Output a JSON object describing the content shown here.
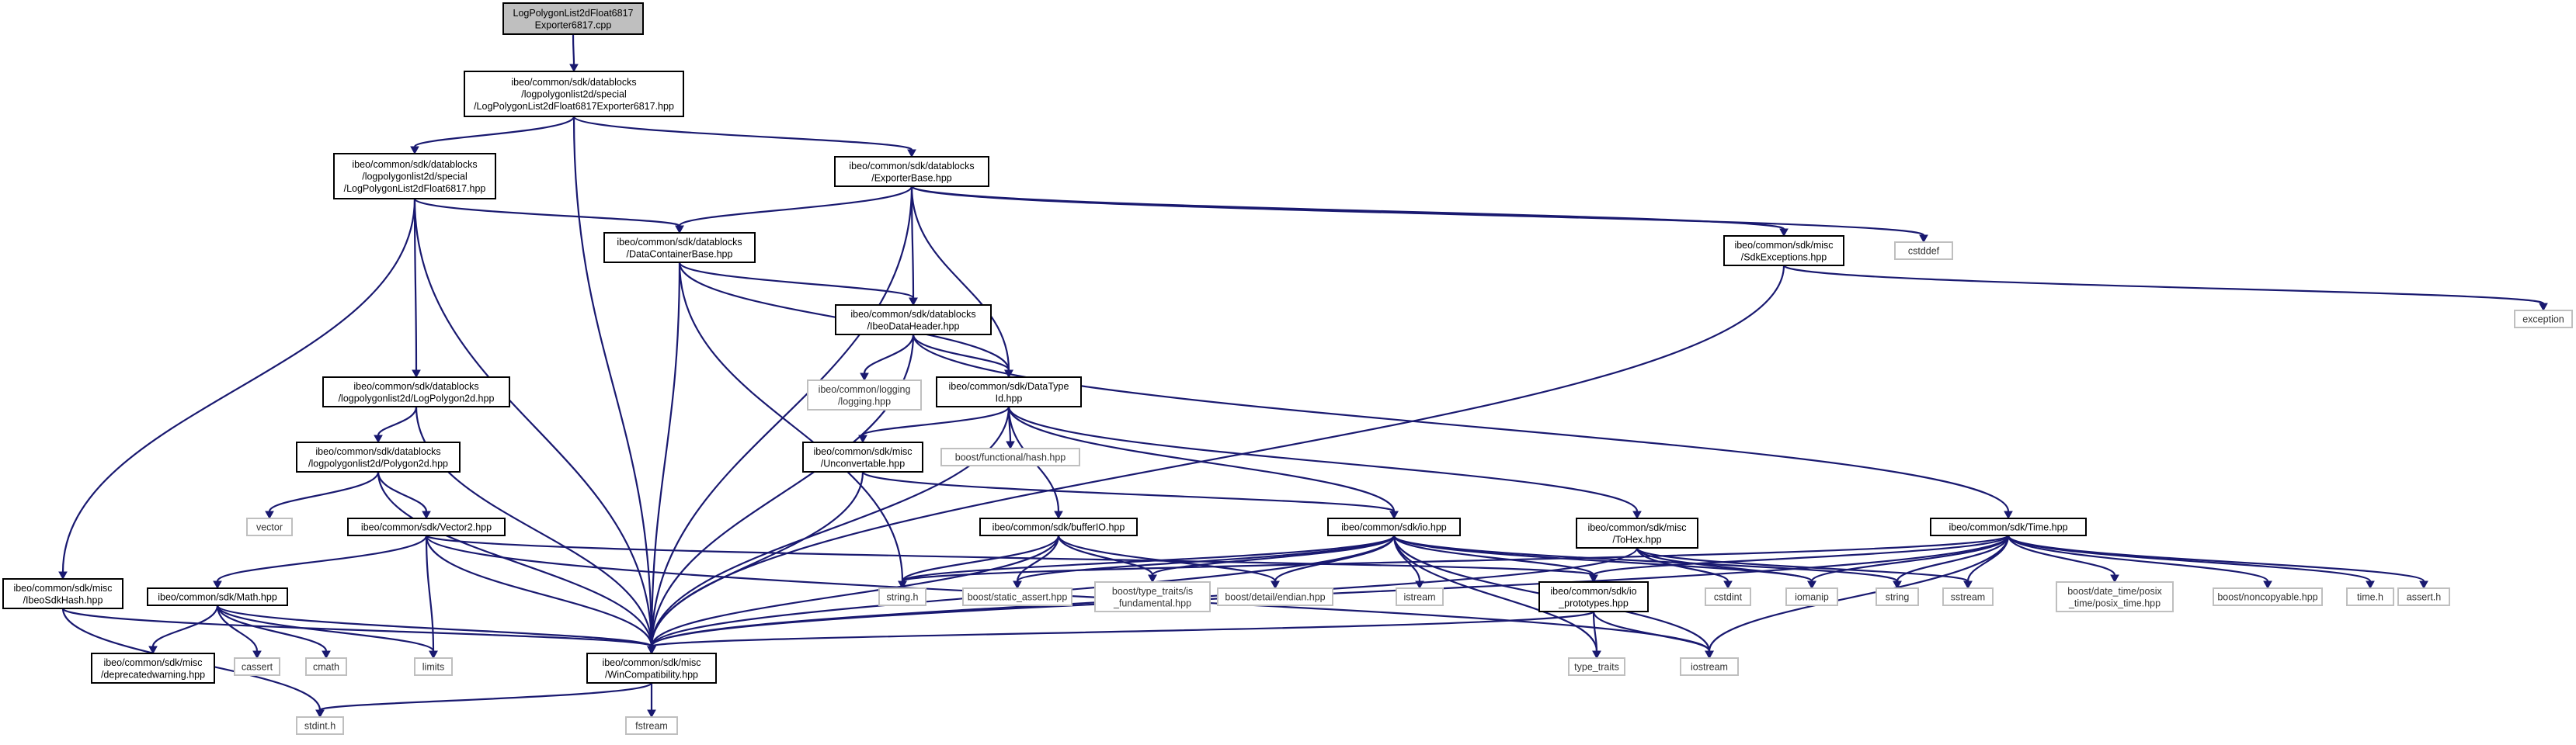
{
  "colors": {
    "edge": "#191970",
    "root_fill": "#bfbfbf",
    "internal_border": "#000000",
    "external_border": "#bfbfbf"
  },
  "nodes": [
    {
      "id": "root",
      "kind": "root",
      "lines": [
        "LogPolygonList2dFloat6817",
        "Exporter6817.cpp"
      ]
    },
    {
      "id": "exp6817h",
      "kind": "internal",
      "lines": [
        "ibeo/common/sdk/datablocks",
        "/logpolygonlist2d/special",
        "/LogPolygonList2dFloat6817Exporter6817.hpp"
      ]
    },
    {
      "id": "lpl6817",
      "kind": "internal",
      "lines": [
        "ibeo/common/sdk/datablocks",
        "/logpolygonlist2d/special",
        "/LogPolygonList2dFloat6817.hpp"
      ]
    },
    {
      "id": "expbase",
      "kind": "internal",
      "lines": [
        "ibeo/common/sdk/datablocks",
        "/ExporterBase.hpp"
      ]
    },
    {
      "id": "dcbase",
      "kind": "internal",
      "lines": [
        "ibeo/common/sdk/datablocks",
        "/DataContainerBase.hpp"
      ]
    },
    {
      "id": "sdkexc",
      "kind": "internal",
      "lines": [
        "ibeo/common/sdk/misc",
        "/SdkExceptions.hpp"
      ]
    },
    {
      "id": "cstddef",
      "kind": "external",
      "lines": [
        "cstddef"
      ]
    },
    {
      "id": "exception",
      "kind": "external",
      "lines": [
        "exception"
      ]
    },
    {
      "id": "ibeohdr",
      "kind": "internal",
      "lines": [
        "ibeo/common/sdk/datablocks",
        "/IbeoDataHeader.hpp"
      ]
    },
    {
      "id": "logging",
      "kind": "external",
      "lines": [
        "ibeo/common/logging",
        "/logging.hpp"
      ]
    },
    {
      "id": "dtid",
      "kind": "internal",
      "lines": [
        "ibeo/common/sdk/DataType",
        "Id.hpp"
      ]
    },
    {
      "id": "lp2d",
      "kind": "internal",
      "lines": [
        "ibeo/common/sdk/datablocks",
        "/logpolygonlist2d/LogPolygon2d.hpp"
      ]
    },
    {
      "id": "poly2d",
      "kind": "internal",
      "lines": [
        "ibeo/common/sdk/datablocks",
        "/logpolygonlist2d/Polygon2d.hpp"
      ]
    },
    {
      "id": "unconv",
      "kind": "internal",
      "lines": [
        "ibeo/common/sdk/misc",
        "/Unconvertable.hpp"
      ]
    },
    {
      "id": "funchash",
      "kind": "external",
      "lines": [
        "boost/functional/hash.hpp"
      ]
    },
    {
      "id": "vector",
      "kind": "external",
      "lines": [
        "vector"
      ]
    },
    {
      "id": "vec2",
      "kind": "internal",
      "lines": [
        "ibeo/common/sdk/Vector2.hpp"
      ]
    },
    {
      "id": "bufio",
      "kind": "internal",
      "lines": [
        "ibeo/common/sdk/bufferIO.hpp"
      ]
    },
    {
      "id": "io",
      "kind": "internal",
      "lines": [
        "ibeo/common/sdk/io.hpp"
      ]
    },
    {
      "id": "tohex",
      "kind": "internal",
      "lines": [
        "ibeo/common/sdk/misc",
        "/ToHex.hpp"
      ]
    },
    {
      "id": "time",
      "kind": "internal",
      "lines": [
        "ibeo/common/sdk/Time.hpp"
      ]
    },
    {
      "id": "sdkhash",
      "kind": "internal",
      "lines": [
        "ibeo/common/sdk/misc",
        "/IbeoSdkHash.hpp"
      ]
    },
    {
      "id": "math",
      "kind": "internal",
      "lines": [
        "ibeo/common/sdk/Math.hpp"
      ]
    },
    {
      "id": "stringh",
      "kind": "external",
      "lines": [
        "string.h"
      ]
    },
    {
      "id": "staticassert",
      "kind": "external",
      "lines": [
        "boost/static_assert.hpp"
      ]
    },
    {
      "id": "typetraitsfund",
      "kind": "external",
      "lines": [
        "boost/type_traits/is",
        "_fundamental.hpp"
      ]
    },
    {
      "id": "endian",
      "kind": "external",
      "lines": [
        "boost/detail/endian.hpp"
      ]
    },
    {
      "id": "istream",
      "kind": "external",
      "lines": [
        "istream"
      ]
    },
    {
      "id": "ioproto",
      "kind": "internal",
      "lines": [
        "ibeo/common/sdk/io",
        "_prototypes.hpp"
      ]
    },
    {
      "id": "cstdint",
      "kind": "external",
      "lines": [
        "cstdint"
      ]
    },
    {
      "id": "iomanip",
      "kind": "external",
      "lines": [
        "iomanip"
      ]
    },
    {
      "id": "string",
      "kind": "external",
      "lines": [
        "string"
      ]
    },
    {
      "id": "sstream",
      "kind": "external",
      "lines": [
        "sstream"
      ]
    },
    {
      "id": "posixtime",
      "kind": "external",
      "lines": [
        "boost/date_time/posix",
        "_time/posix_time.hpp"
      ]
    },
    {
      "id": "noncopy",
      "kind": "external",
      "lines": [
        "boost/noncopyable.hpp"
      ]
    },
    {
      "id": "timeh",
      "kind": "external",
      "lines": [
        "time.h"
      ]
    },
    {
      "id": "asserth",
      "kind": "external",
      "lines": [
        "assert.h"
      ]
    },
    {
      "id": "deprec",
      "kind": "internal",
      "lines": [
        "ibeo/common/sdk/misc",
        "/deprecatedwarning.hpp"
      ]
    },
    {
      "id": "cassert",
      "kind": "external",
      "lines": [
        "cassert"
      ]
    },
    {
      "id": "cmath",
      "kind": "external",
      "lines": [
        "cmath"
      ]
    },
    {
      "id": "limits",
      "kind": "external",
      "lines": [
        "limits"
      ]
    },
    {
      "id": "wincompat",
      "kind": "internal",
      "lines": [
        "ibeo/common/sdk/misc",
        "/WinCompatibility.hpp"
      ]
    },
    {
      "id": "typetraits",
      "kind": "external",
      "lines": [
        "type_traits"
      ]
    },
    {
      "id": "iostream",
      "kind": "external",
      "lines": [
        "iostream"
      ]
    },
    {
      "id": "stdinth",
      "kind": "external",
      "lines": [
        "stdint.h"
      ]
    },
    {
      "id": "fstream",
      "kind": "external",
      "lines": [
        "fstream"
      ]
    }
  ],
  "edges": [
    [
      "root",
      "exp6817h"
    ],
    [
      "exp6817h",
      "lpl6817"
    ],
    [
      "exp6817h",
      "expbase"
    ],
    [
      "exp6817h",
      "wincompat"
    ],
    [
      "lpl6817",
      "dcbase"
    ],
    [
      "lpl6817",
      "lp2d"
    ],
    [
      "lpl6817",
      "sdkhash"
    ],
    [
      "lpl6817",
      "wincompat"
    ],
    [
      "expbase",
      "dcbase"
    ],
    [
      "expbase",
      "sdkexc"
    ],
    [
      "expbase",
      "cstddef"
    ],
    [
      "expbase",
      "ibeohdr"
    ],
    [
      "expbase",
      "dtid"
    ],
    [
      "expbase",
      "wincompat"
    ],
    [
      "dcbase",
      "ibeohdr"
    ],
    [
      "dcbase",
      "dtid"
    ],
    [
      "dcbase",
      "stringh"
    ],
    [
      "dcbase",
      "wincompat"
    ],
    [
      "sdkexc",
      "exception"
    ],
    [
      "sdkexc",
      "wincompat"
    ],
    [
      "ibeohdr",
      "logging"
    ],
    [
      "ibeohdr",
      "dtid"
    ],
    [
      "ibeohdr",
      "time"
    ],
    [
      "ibeohdr",
      "wincompat"
    ],
    [
      "dtid",
      "unconv"
    ],
    [
      "dtid",
      "funchash"
    ],
    [
      "dtid",
      "bufio"
    ],
    [
      "dtid",
      "io"
    ],
    [
      "dtid",
      "tohex"
    ],
    [
      "dtid",
      "wincompat"
    ],
    [
      "lp2d",
      "poly2d"
    ],
    [
      "lp2d",
      "wincompat"
    ],
    [
      "poly2d",
      "vector"
    ],
    [
      "poly2d",
      "vec2"
    ],
    [
      "poly2d",
      "wincompat"
    ],
    [
      "unconv",
      "io"
    ],
    [
      "unconv",
      "wincompat"
    ],
    [
      "vec2",
      "math"
    ],
    [
      "vec2",
      "ioproto"
    ],
    [
      "vec2",
      "limits"
    ],
    [
      "vec2",
      "iostream"
    ],
    [
      "vec2",
      "wincompat"
    ],
    [
      "bufio",
      "stringh"
    ],
    [
      "bufio",
      "staticassert"
    ],
    [
      "bufio",
      "typetraitsfund"
    ],
    [
      "bufio",
      "endian"
    ],
    [
      "bufio",
      "wincompat"
    ],
    [
      "io",
      "stringh"
    ],
    [
      "io",
      "staticassert"
    ],
    [
      "io",
      "typetraitsfund"
    ],
    [
      "io",
      "endian"
    ],
    [
      "io",
      "istream"
    ],
    [
      "io",
      "ioproto"
    ],
    [
      "io",
      "iomanip"
    ],
    [
      "io",
      "string"
    ],
    [
      "io",
      "iostream"
    ],
    [
      "io",
      "wincompat"
    ],
    [
      "io",
      "typetraits"
    ],
    [
      "tohex",
      "cstdint"
    ],
    [
      "tohex",
      "iomanip"
    ],
    [
      "tohex",
      "sstream"
    ],
    [
      "tohex",
      "wincompat"
    ],
    [
      "time",
      "stringh"
    ],
    [
      "time",
      "ioproto"
    ],
    [
      "time",
      "iomanip"
    ],
    [
      "time",
      "string"
    ],
    [
      "time",
      "sstream"
    ],
    [
      "time",
      "posixtime"
    ],
    [
      "time",
      "noncopy"
    ],
    [
      "time",
      "timeh"
    ],
    [
      "time",
      "asserth"
    ],
    [
      "time",
      "iostream"
    ],
    [
      "time",
      "wincompat"
    ],
    [
      "sdkhash",
      "stdinth"
    ],
    [
      "sdkhash",
      "wincompat"
    ],
    [
      "math",
      "deprec"
    ],
    [
      "math",
      "cassert"
    ],
    [
      "math",
      "cmath"
    ],
    [
      "math",
      "limits"
    ],
    [
      "math",
      "wincompat"
    ],
    [
      "ioproto",
      "typetraits"
    ],
    [
      "ioproto",
      "iostream"
    ],
    [
      "ioproto",
      "wincompat"
    ],
    [
      "wincompat",
      "stdinth"
    ],
    [
      "wincompat",
      "fstream"
    ]
  ]
}
